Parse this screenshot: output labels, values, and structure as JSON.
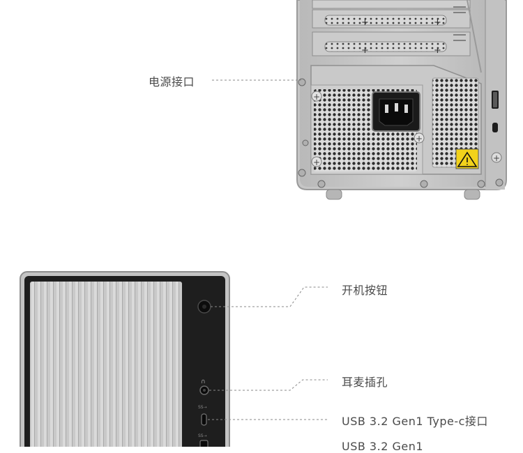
{
  "rear_view": {
    "labels": {
      "power_port": "电源接口"
    }
  },
  "front_view": {
    "labels": {
      "power_button": "开机按钮",
      "headphone_jack": "耳麦插孔",
      "usb_typec": "USB 3.2 Gen1 Type-c接口",
      "usb_a": "USB 3.2 Gen1"
    }
  },
  "colors": {
    "chassis_silver": "#bdbdbd",
    "front_panel_black": "#1e1e1e",
    "leader_line": "#8a8a8a",
    "warning_yellow": "#f2d21b"
  }
}
